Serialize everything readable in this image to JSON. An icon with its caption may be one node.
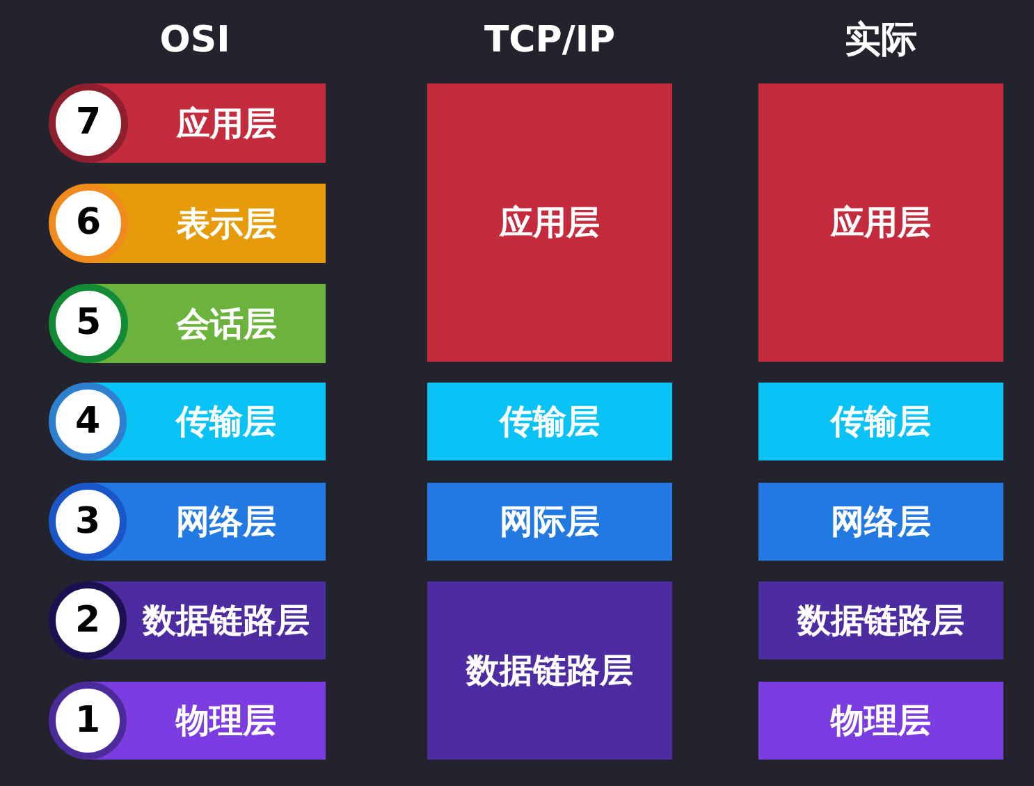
{
  "diagram": {
    "nodes": [
      {
        "text": [
          "7",
          "应用层"
        ]
      },
      {
        "text": [
          "6",
          "表示层"
        ]
      },
      {
        "text": [
          "5",
          "会话层"
        ]
      },
      {
        "text": [
          "4",
          "传输层"
        ]
      },
      {
        "text": [
          "3",
          "网络层"
        ]
      },
      {
        "text": [
          "2",
          "数据链路层"
        ]
      },
      {
        "text": [
          "1",
          "物理层"
        ]
      },
      {
        "text": [
          "应用层"
        ]
      },
      {
        "text": [
          "传输层"
        ]
      },
      {
        "text": [
          "网际层"
        ]
      },
      {
        "text": [
          "数据链路层"
        ]
      },
      {
        "text": [
          "应用层"
        ]
      },
      {
        "text": [
          "传输层"
        ]
      },
      {
        "text": [
          "网络层"
        ]
      },
      {
        "text": [
          "数据链路层"
        ]
      },
      {
        "text": [
          "物理层"
        ]
      }
    ],
    "labels": [
      "OSI",
      "TCP/IP",
      "实际"
    ]
  }
}
